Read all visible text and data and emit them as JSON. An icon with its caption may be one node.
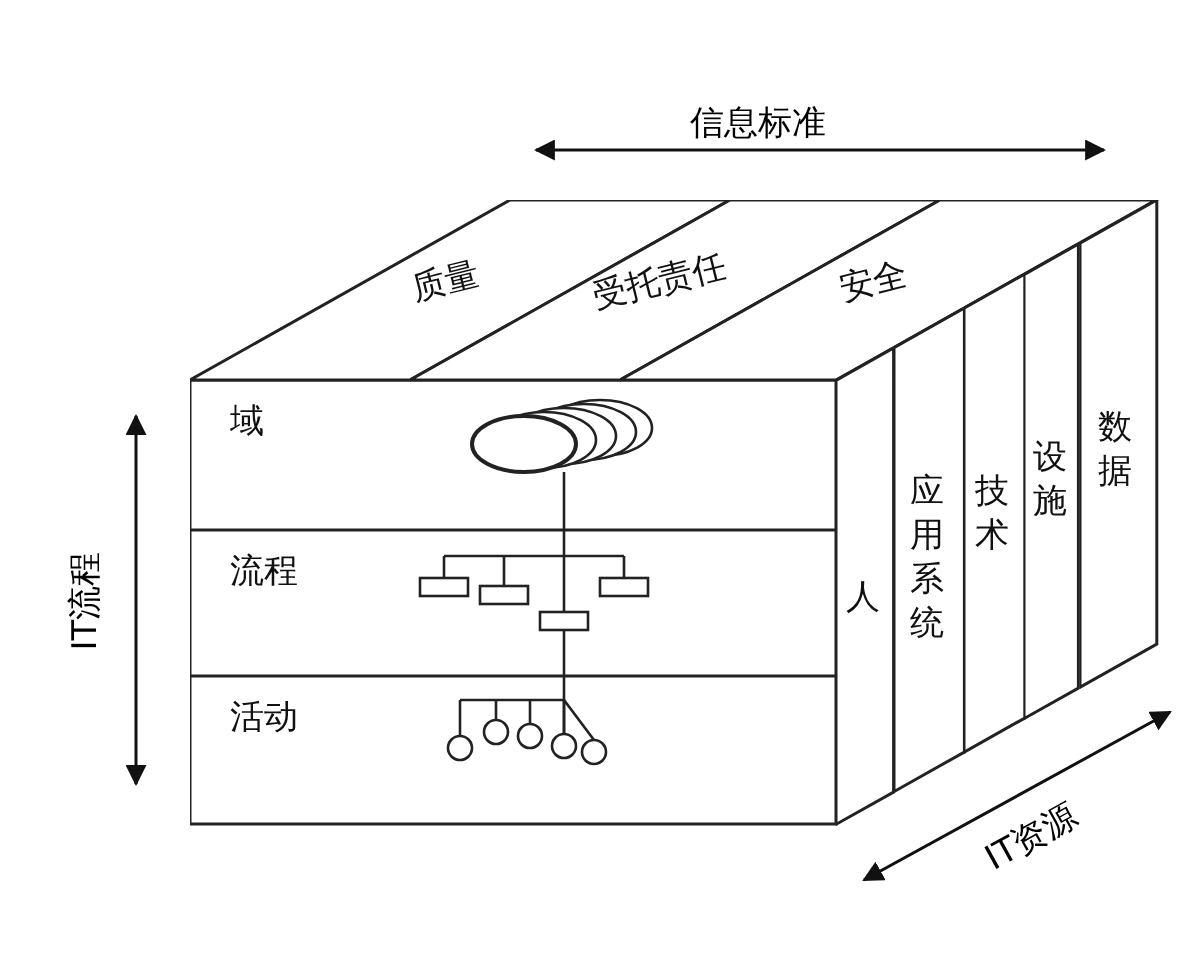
{
  "diagram": {
    "nodes": [
      {
        "text": [
          "域"
        ]
      },
      {
        "text": [
          "流程"
        ]
      },
      {
        "text": [
          "活动"
        ]
      },
      {
        "text": [
          "质量"
        ]
      },
      {
        "text": [
          "受托责任"
        ]
      },
      {
        "text": [
          "安全"
        ]
      },
      {
        "text": [
          "人"
        ]
      },
      {
        "text": [
          "应用系统"
        ]
      },
      {
        "text": [
          "技术"
        ]
      },
      {
        "text": [
          "设施"
        ]
      },
      {
        "text": [
          "数据"
        ]
      }
    ],
    "edges": [],
    "labels": [
      "信息标准",
      "IT流程",
      "IT资源"
    ]
  }
}
